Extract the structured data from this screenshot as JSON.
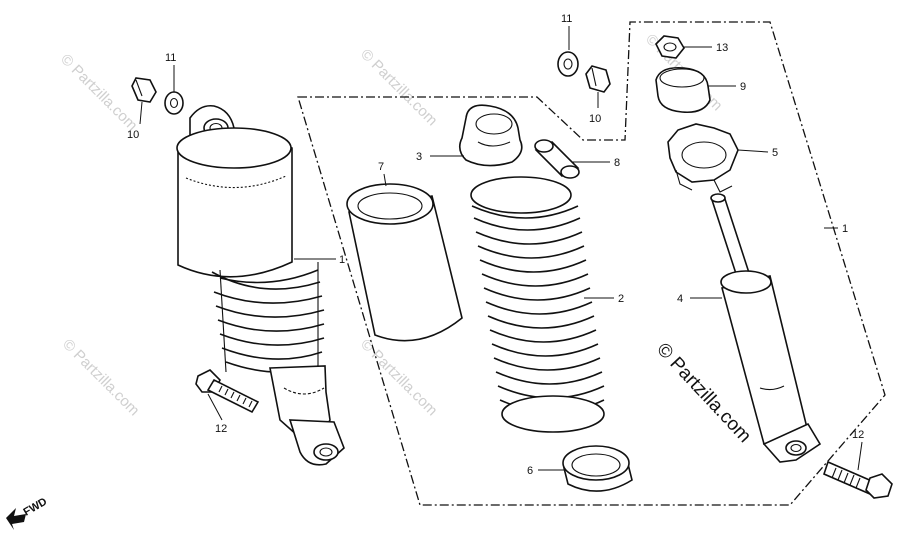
{
  "callouts": {
    "c1_left": "1",
    "c1_right": "1",
    "c2": "2",
    "c3": "3",
    "c4": "4",
    "c5": "5",
    "c6": "6",
    "c7": "7",
    "c8": "8",
    "c9": "9",
    "c10_left": "10",
    "c10_right": "10",
    "c11_left": "11",
    "c11_right": "11",
    "c12_left": "12",
    "c12_right": "12",
    "c13": "13"
  },
  "direction_label": "FWD",
  "watermark": {
    "main": "© Partzilla.com",
    "faint": "© Partzilla.com"
  }
}
